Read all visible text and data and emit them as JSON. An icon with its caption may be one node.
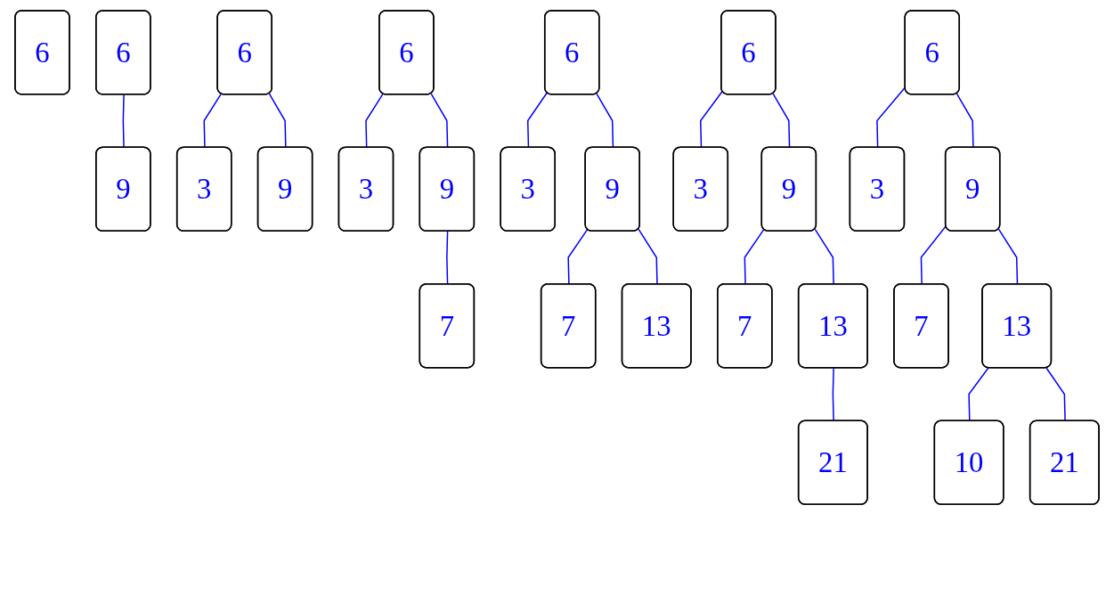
{
  "diagram": {
    "nodes": [
      {
        "text": [
          "6"
        ]
      },
      {
        "text": [
          "6"
        ]
      },
      {
        "text": [
          "9"
        ]
      },
      {
        "text": [
          "6"
        ]
      },
      {
        "text": [
          "3"
        ]
      },
      {
        "text": [
          "9"
        ]
      },
      {
        "text": [
          "6"
        ]
      },
      {
        "text": [
          "3"
        ]
      },
      {
        "text": [
          "9"
        ]
      },
      {
        "text": [
          "7"
        ]
      },
      {
        "text": [
          "6"
        ]
      },
      {
        "text": [
          "3"
        ]
      },
      {
        "text": [
          "9"
        ]
      },
      {
        "text": [
          "7"
        ]
      },
      {
        "text": [
          "13"
        ]
      },
      {
        "text": [
          "6"
        ]
      },
      {
        "text": [
          "3"
        ]
      },
      {
        "text": [
          "9"
        ]
      },
      {
        "text": [
          "7"
        ]
      },
      {
        "text": [
          "13"
        ]
      },
      {
        "text": [
          "21"
        ]
      },
      {
        "text": [
          "6"
        ]
      },
      {
        "text": [
          "3"
        ]
      },
      {
        "text": [
          "9"
        ]
      },
      {
        "text": [
          "7"
        ]
      },
      {
        "text": [
          "13"
        ]
      },
      {
        "text": [
          "10"
        ]
      },
      {
        "text": [
          "21"
        ]
      }
    ],
    "edges": [
      {
        "from": 1,
        "to": 2,
        "arrow": "none"
      },
      {
        "from": 3,
        "to": 4,
        "arrow": "none"
      },
      {
        "from": 3,
        "to": 5,
        "arrow": "none"
      },
      {
        "from": 6,
        "to": 7,
        "arrow": "none"
      },
      {
        "from": 6,
        "to": 8,
        "arrow": "none"
      },
      {
        "from": 8,
        "to": 9,
        "arrow": "none"
      },
      {
        "from": 10,
        "to": 11,
        "arrow": "none"
      },
      {
        "from": 10,
        "to": 12,
        "arrow": "none"
      },
      {
        "from": 12,
        "to": 13,
        "arrow": "none"
      },
      {
        "from": 12,
        "to": 14,
        "arrow": "none"
      },
      {
        "from": 15,
        "to": 16,
        "arrow": "none"
      },
      {
        "from": 15,
        "to": 17,
        "arrow": "none"
      },
      {
        "from": 17,
        "to": 18,
        "arrow": "none"
      },
      {
        "from": 17,
        "to": 19,
        "arrow": "none"
      },
      {
        "from": 19,
        "to": 20,
        "arrow": "none"
      },
      {
        "from": 21,
        "to": 22,
        "arrow": "none"
      },
      {
        "from": 21,
        "to": 23,
        "arrow": "none"
      },
      {
        "from": 23,
        "to": 24,
        "arrow": "none"
      },
      {
        "from": 23,
        "to": 25,
        "arrow": "none"
      },
      {
        "from": 25,
        "to": 26,
        "arrow": "none"
      },
      {
        "from": 25,
        "to": 27,
        "arrow": "none"
      }
    ]
  }
}
